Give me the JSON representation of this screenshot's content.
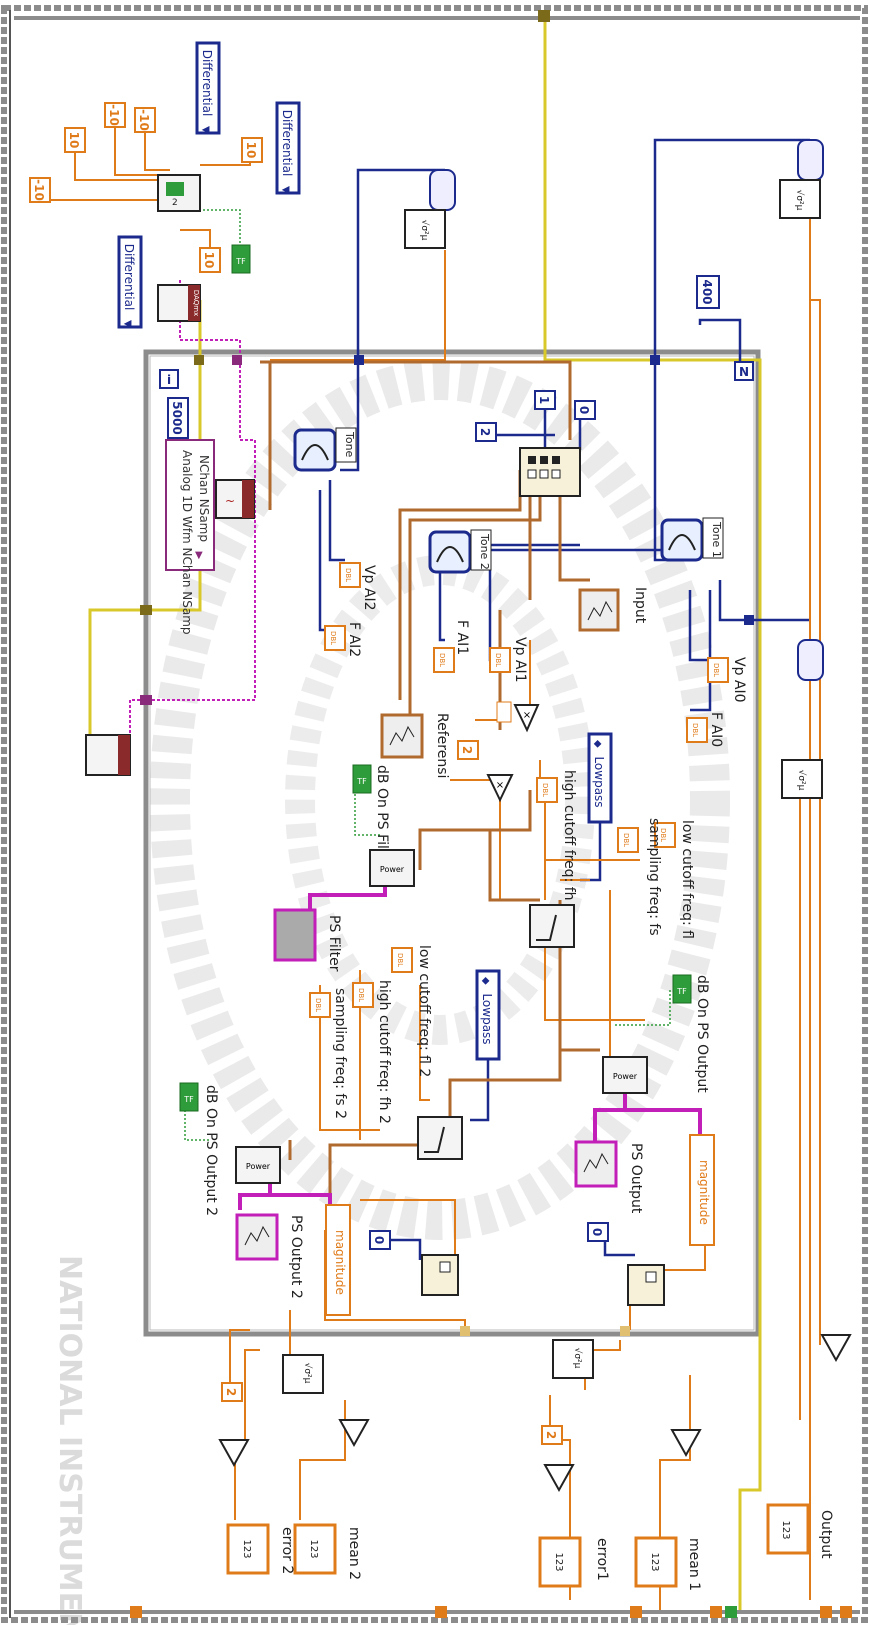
{
  "diagram": {
    "colors": {
      "orange": "#e07b1a",
      "navy": "#1b2a8c",
      "green": "#2e9c3a",
      "magenta": "#c21eb8",
      "pink": "#e77fd6",
      "brown": "#b06a2e",
      "yellow": "#d9c82a",
      "loop_frame": "#8c8c8c",
      "watermark": "#d6d6d6"
    },
    "constants": {
      "c_neg10_a": "-10",
      "c_10_a": "10",
      "c_neg10_b": "-10",
      "c_neg10_c": "-10",
      "c_10_b": "10",
      "c_10_c": "10",
      "c_5000": "5000",
      "c_400": "400",
      "c_2_tone": "2",
      "c_1_tone": "1",
      "c_0_tone": "0",
      "c_2_mult": "2",
      "c_0_idx1": "0",
      "c_0_idx2": "0",
      "c_2_err1": "2",
      "c_2_err2": "2"
    },
    "enums": {
      "diff_1": "Differential",
      "diff_2": "Differential",
      "diff_3": "Differential",
      "lowpass_1": "Lowpass",
      "lowpass_2": "Lowpass"
    },
    "daq_read_mode": "Analog 1D Wfm\nNChan NSamp",
    "labels": {
      "tone": "Tone",
      "tone1": "Tone 1",
      "tone2": "Tone 2",
      "vp_ai2": "Vp AI2",
      "f_ai2": "F AI2",
      "f_ai1": "F AI1",
      "vp_ai1": "Vp AI1",
      "vp_ai0": "Vp AI0",
      "f_ai0": "F AI0",
      "input": "Input",
      "referensi": "Referensi",
      "db_on_ps_filter": "dB On PS Filter",
      "ps_filter": "PS Filter",
      "low_cutoff_fl": "low cutoff freq: fl",
      "sampling_fs": "sampling freq: fs",
      "high_cutoff_fh": "high cutoff freq: fh",
      "db_on_ps_output": "dB On PS Output",
      "ps_output": "PS Output",
      "magnitude_1": "magnitude",
      "low_cutoff_fl2": "low cutoff freq: fl 2",
      "high_cutoff_fh2": "high cutoff freq: fh 2",
      "sampling_fs2": "sampling freq: fs 2",
      "db_on_ps_output2": "dB On PS Output 2",
      "ps_output2": "PS Output 2",
      "magnitude_2": "magnitude",
      "output": "Output",
      "mean1": "mean 1",
      "error1": "error1",
      "mean2": "mean 2",
      "error2": "error 2"
    },
    "loop": {
      "count_terminal": "N",
      "iteration_terminal": "i"
    },
    "bool_true": "T F",
    "dbl_tag": "DBL",
    "indicator_value": "123",
    "daqmx_tag": "DAQmx",
    "stats_glyph": "√σ²μ",
    "sigma_glyph": "σ σ²",
    "watermark": "NATIONAL INSTRUMENTS"
  }
}
